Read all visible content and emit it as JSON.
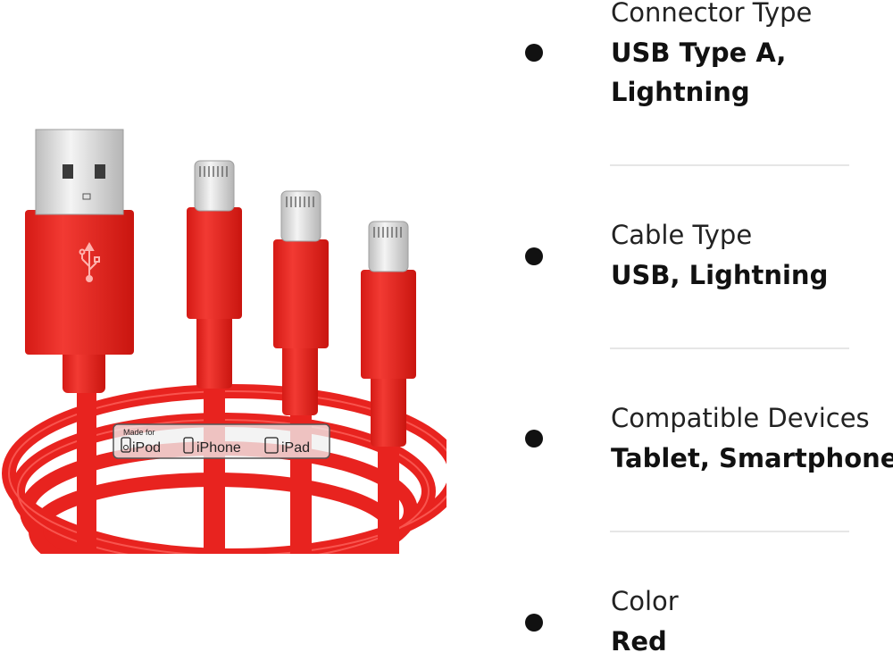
{
  "colors": {
    "cable_red": "#e8231f",
    "cable_red_dark": "#c81712",
    "metal": "#dcdcdc",
    "text": "#111111",
    "divider": "#e6e6e6"
  },
  "badge": {
    "made_for": "Made for",
    "ipod": "iPod",
    "iphone": "iPhone",
    "ipad": "iPad"
  },
  "icons": [
    "usb-icon",
    "ipod-icon",
    "iphone-icon",
    "ipad-icon",
    "bullet-icon"
  ],
  "specs": [
    {
      "label": "Connector Type",
      "value_line1": "USB Type A,",
      "value_line2": "Lightning"
    },
    {
      "label": "Cable Type",
      "value_line1": "USB, Lightning"
    },
    {
      "label": "Compatible Devices",
      "value_line1": "Tablet, Smartphone"
    },
    {
      "label": "Color",
      "value_line1": "Red"
    }
  ]
}
